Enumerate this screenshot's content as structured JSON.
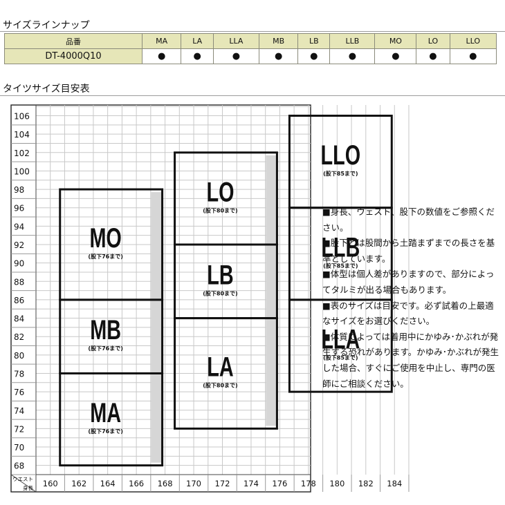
{
  "lineup": {
    "title": "サイズラインナップ",
    "header_label": "品番",
    "sizes": [
      "MA",
      "LA",
      "LLA",
      "MB",
      "LB",
      "LLB",
      "MO",
      "LO",
      "LLO"
    ],
    "rows": [
      {
        "model": "DT-4000Q10",
        "marks": [
          "●",
          "●",
          "●",
          "●",
          "●",
          "●",
          "●",
          "●",
          "●"
        ]
      }
    ]
  },
  "chart_title": "タイツサイズ目安表",
  "chart_data": {
    "type": "table",
    "title": "タイツサイズ目安表",
    "corner_label_y": "ウエスト",
    "corner_label_x": "身長",
    "x_ticks": [
      160,
      162,
      164,
      166,
      168,
      170,
      172,
      174,
      176,
      178,
      180,
      182,
      184
    ],
    "y_ticks": [
      68,
      70,
      72,
      74,
      76,
      78,
      80,
      82,
      84,
      86,
      88,
      90,
      92,
      94,
      96,
      98,
      100,
      102,
      104,
      106
    ],
    "xlim": [
      159,
      185
    ],
    "ylim": [
      67,
      107
    ],
    "grid": true,
    "groups": [
      {
        "height_range": [
          160,
          168
        ],
        "shadow": true,
        "boxes": [
          {
            "size": "MA",
            "note": "(股下76まで)",
            "waist_range": [
              68,
              78
            ]
          },
          {
            "size": "MB",
            "note": "(股下76まで)",
            "waist_range": [
              78,
              86
            ]
          },
          {
            "size": "MO",
            "note": "(股下76まで)",
            "waist_range": [
              86,
              98
            ]
          }
        ]
      },
      {
        "height_range": [
          168,
          176
        ],
        "shadow": true,
        "boxes": [
          {
            "size": "LA",
            "note": "(股下80まで)",
            "waist_range": [
              72,
              84
            ]
          },
          {
            "size": "LB",
            "note": "(股下80まで)",
            "waist_range": [
              84,
              92
            ]
          },
          {
            "size": "LO",
            "note": "(股下80まで)",
            "waist_range": [
              92,
              102
            ]
          }
        ]
      },
      {
        "height_range": [
          176,
          184
        ],
        "shadow": false,
        "boxes": [
          {
            "size": "LLA",
            "note": "(股下85まで)",
            "waist_range": [
              76,
              86
            ]
          },
          {
            "size": "LLB",
            "note": "(股下85まで)",
            "waist_range": [
              86,
              96
            ]
          },
          {
            "size": "LLO",
            "note": "(股下85まで)",
            "waist_range": [
              96,
              106
            ]
          }
        ]
      }
    ]
  },
  "notes": [
    "■身長、ウェスト、股下の数値をご参照ください。",
    "■股下とは股間から土踏まずまでの長さを基準としています。",
    "■体型は個人差がありますので、部分によってタルミが出る場合もあります。",
    "■表のサイズは目安です。必ず試着の上最適なサイズをお選びください。",
    "■体質によっては着用中にかゆみ･かぶれが発生する恐れがあります。かゆみ･かぶれが発生した場合、すぐにご使用を中止し、専門の医師にご相談ください。"
  ]
}
